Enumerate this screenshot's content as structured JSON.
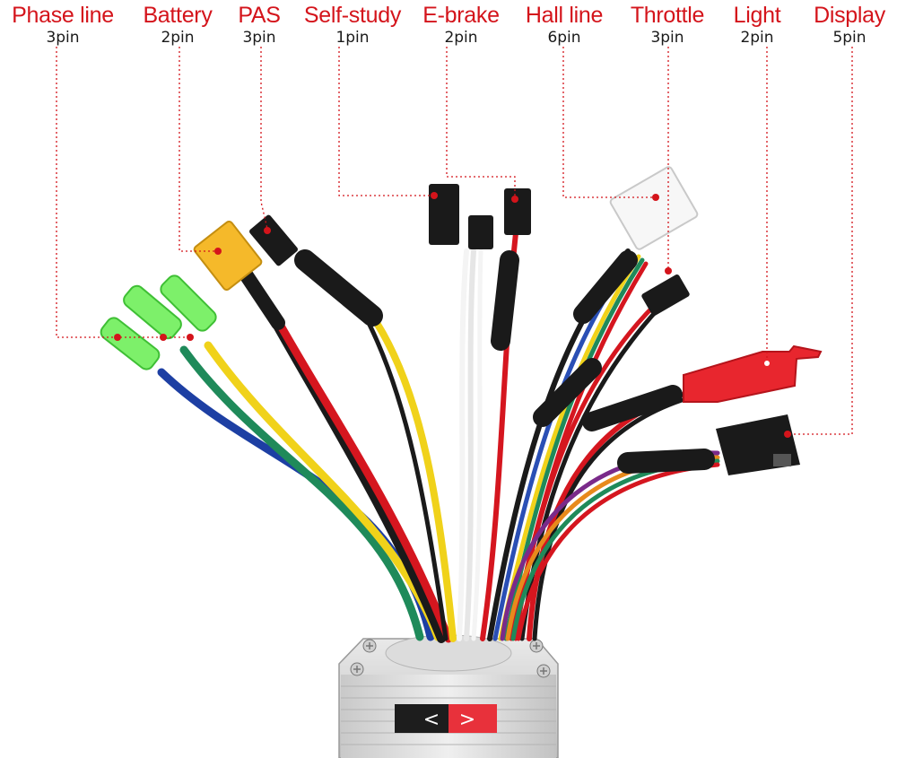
{
  "connectors": [
    {
      "id": "phase-line",
      "name": "Phase line",
      "pins": "3pin"
    },
    {
      "id": "battery",
      "name": "Battery",
      "pins": "2pin"
    },
    {
      "id": "pas",
      "name": "PAS",
      "pins": "3pin"
    },
    {
      "id": "self-study",
      "name": "Self-study",
      "pins": "1pin"
    },
    {
      "id": "e-brake",
      "name": "E-brake",
      "pins": "2pin"
    },
    {
      "id": "hall-line",
      "name": "Hall line",
      "pins": "6pin"
    },
    {
      "id": "throttle",
      "name": "Throttle",
      "pins": "3pin"
    },
    {
      "id": "light",
      "name": "Light",
      "pins": "2pin"
    },
    {
      "id": "display",
      "name": "Display",
      "pins": "5pin"
    }
  ],
  "controller": {
    "arrow_left": "<",
    "arrow_right": ">"
  },
  "colors": {
    "label": "#d4141b",
    "leader": "#d4141b",
    "pins": "#1a1a1a"
  }
}
